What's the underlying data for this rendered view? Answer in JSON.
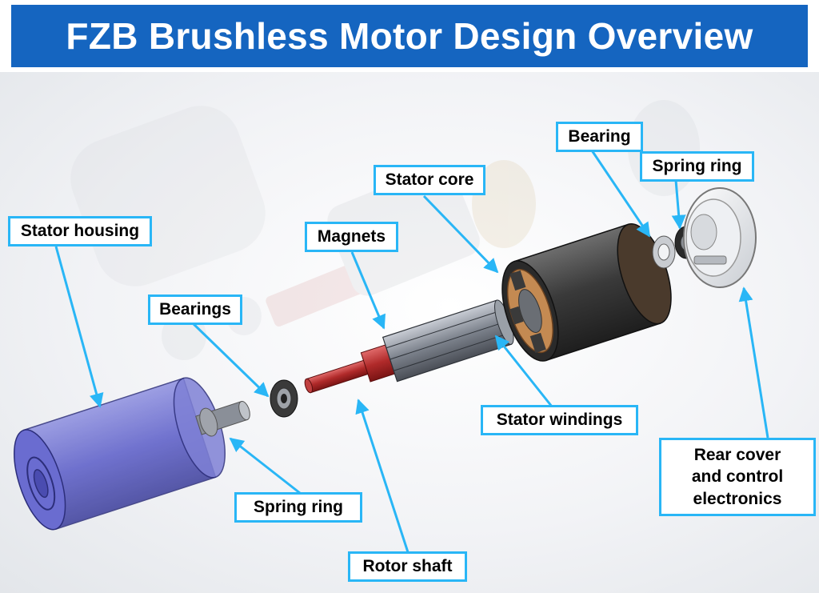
{
  "title": "FZB Brushless Motor Design Overview",
  "colors": {
    "title_bar": "#1565c0",
    "callout_border": "#29b6f6",
    "callout_arrow": "#29b6f6",
    "stator_housing": "#5a5cc8",
    "rotor_shaft": "#b02a2a",
    "stator_body": "#3a3a3a",
    "windings": "#c48a52"
  },
  "labels": {
    "stator_housing": "Stator housing",
    "bearings": "Bearings",
    "spring_ring_front": "Spring ring",
    "magnets": "Magnets",
    "rotor_shaft": "Rotor shaft",
    "stator_core": "Stator core",
    "stator_windings": "Stator windings",
    "bearing_rear": "Bearing",
    "spring_ring_rear": "Spring ring",
    "rear_cover": [
      "Rear cover",
      "and control",
      "electronics"
    ]
  }
}
